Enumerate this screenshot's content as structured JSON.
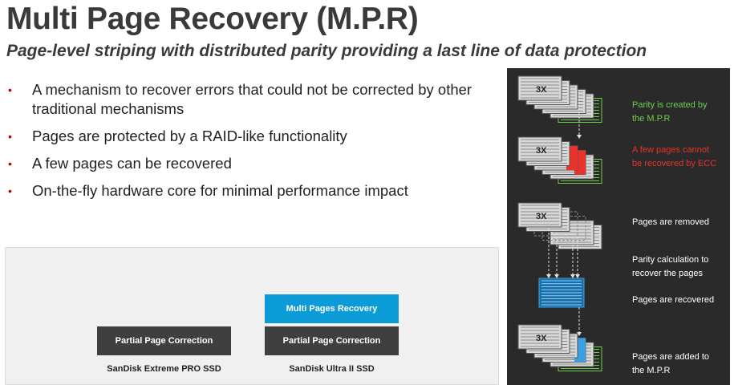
{
  "title": "Multi Page Recovery (M.P.R)",
  "subtitle": "Page-level striping with distributed parity providing a last line of data protection",
  "bullets": [
    "A mechanism to recover errors that could not be corrected  by other traditional mechanisms",
    "Pages are protected by a RAID-like functionality",
    "A few pages can be recovered",
    "On-the-fly hardware core for minimal performance impact"
  ],
  "comparison": {
    "left_box": "Partial Page Correction",
    "left_label": "SanDisk Extreme PRO SSD",
    "right_top_box": "Multi Pages Recovery",
    "right_bottom_box": "Partial Page Correction",
    "right_label": "SanDisk Ultra II SSD"
  },
  "diagram": {
    "stack_label": "3X",
    "steps": [
      {
        "text1": "Parity is created by",
        "text2": "the M.P.R",
        "color": "#6ccf4f"
      },
      {
        "text1": "A few pages cannot",
        "text2": "be recovered by ECC",
        "color": "#e8322a"
      },
      {
        "text1": "Pages are removed",
        "text2": "",
        "color": "#ffffff"
      },
      {
        "text1": "Parity calculation to",
        "text2": "recover the pages",
        "color": "#ffffff"
      },
      {
        "text1": "Pages are recovered",
        "text2": "",
        "color": "#ffffff"
      },
      {
        "text1": "Pages are added to",
        "text2": "the M.P.R",
        "color": "#ffffff"
      }
    ]
  },
  "colors": {
    "parity_green": "#6ccf4f",
    "error_red": "#e8322a",
    "recovered_blue": "#3aa0e0",
    "bullet_red": "#c00000",
    "panel_bg": "#2a2a2a"
  }
}
